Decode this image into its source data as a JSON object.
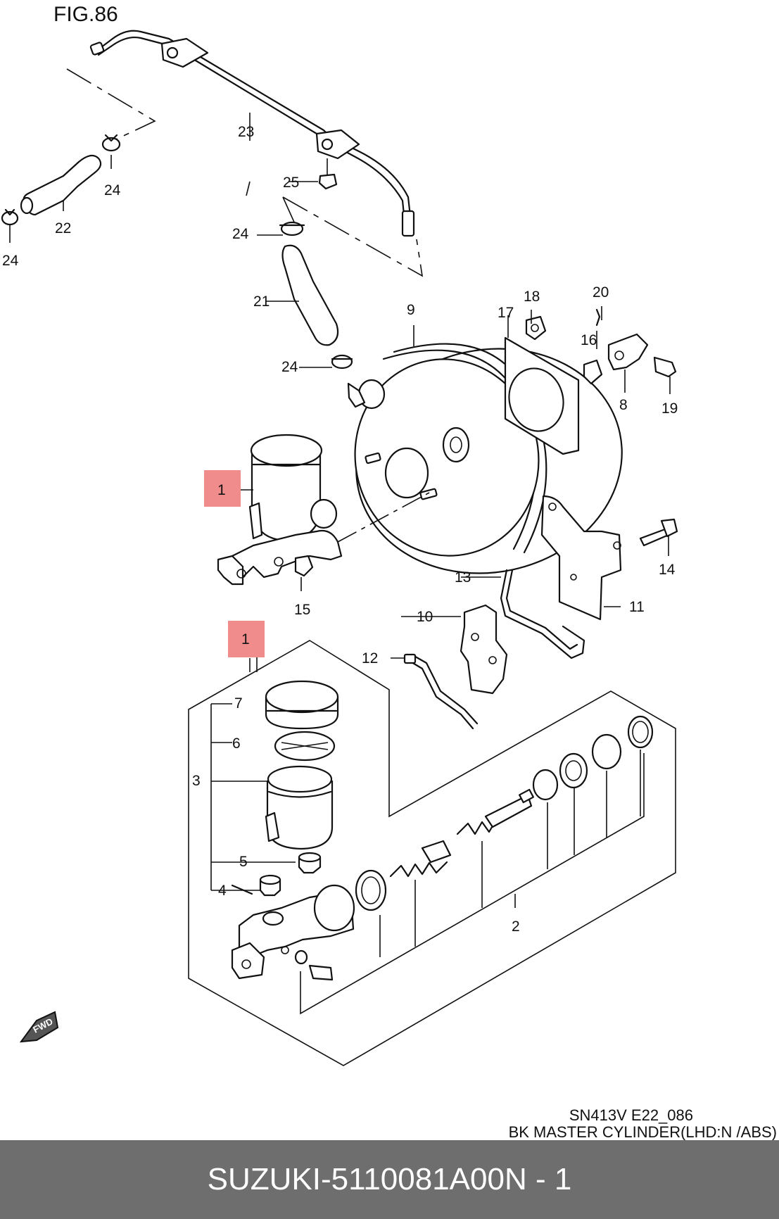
{
  "figure": "FIG.86",
  "code": "SN413V E22_086",
  "caption": "BK MASTER CYLINDER(LHD:N /ABS)",
  "callouts": [
    "1",
    "1",
    "2",
    "3",
    "4",
    "5",
    "6",
    "7",
    "8",
    "9",
    "10",
    "11",
    "12",
    "13",
    "14",
    "15",
    "16",
    "17",
    "18",
    "19",
    "20",
    "21",
    "22",
    "23",
    "24",
    "24",
    "24",
    "24",
    "25"
  ],
  "highlighted_callouts": [
    "1"
  ],
  "fwd_label": "FWD",
  "footer": {
    "brand": "SUZUKI",
    "separator": "-",
    "part_number": "5110081A00",
    "note": "N - 1"
  },
  "colors": {
    "highlight": "#f08c8c",
    "footer_bg": "#6e6e6e",
    "footer_text": "#ffffff"
  }
}
